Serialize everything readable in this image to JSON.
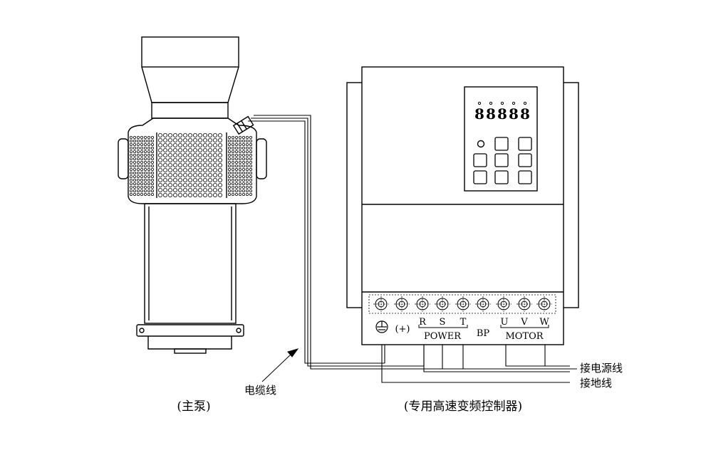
{
  "labels": {
    "cable": "电缆线",
    "main_pump": "(主泵)",
    "vfd": "(专用高速变频控制器)",
    "power_line": "接电源线",
    "ground_line": "接地线",
    "ground_plus": "(+)",
    "power": "POWER",
    "bp": "BP",
    "motor": "MOTOR"
  },
  "terminals": [
    "R",
    "S",
    "T",
    "U",
    "V",
    "W"
  ],
  "display_digits": [
    "8",
    "8",
    "8",
    "8",
    "8"
  ],
  "colors": {
    "stroke": "#000000",
    "background": "#ffffff"
  }
}
